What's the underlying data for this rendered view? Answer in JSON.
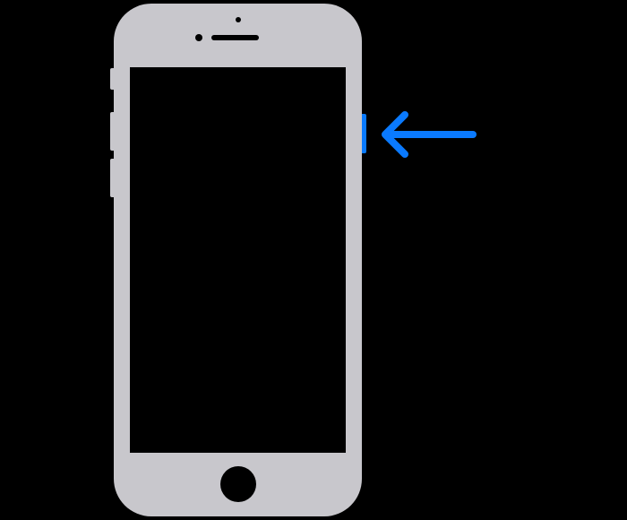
{
  "diagram": {
    "background_color": "#000000",
    "device": {
      "name": "iphone-with-home-button",
      "body_color": "#C8C7CC",
      "screen_color": "#000000",
      "home_button": {
        "icon": "home-button-icon",
        "ring_color": "#000000"
      },
      "side_button": {
        "icon": "side-button-icon",
        "highlighted": true,
        "color": "#0A7AFF"
      },
      "left_buttons": [
        "mute-switch",
        "volume-up-button",
        "volume-down-button"
      ]
    },
    "callout": {
      "icon": "arrow-left-icon",
      "points_to": "side-button",
      "color": "#0A7AFF"
    }
  }
}
